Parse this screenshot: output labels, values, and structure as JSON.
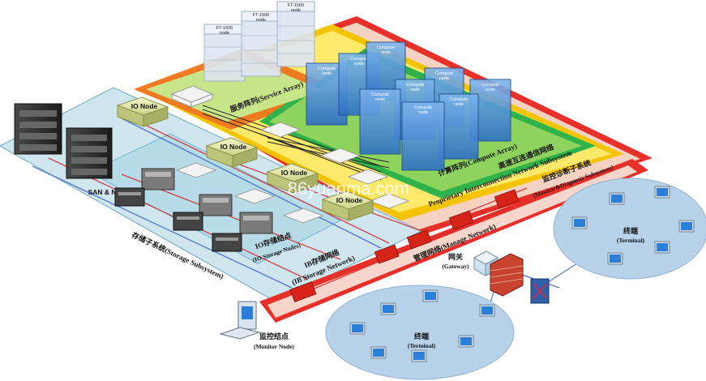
{
  "labels": {
    "service_array": "服务阵列(Service Array)",
    "compute_array": "计算阵列(Compute Array)",
    "interconnect": "高速互连通信网络",
    "interconnect_en": "Proprietary Interconnection Network Subsystem",
    "monitor_diag": "监控诊断子系统",
    "monitor_diag_en": "(Monitor&Diagnosis Subsystem)",
    "manage_network": "管理网络(Manage Network)",
    "storage_subsystem": "存储子系统(Storage Subsystem)",
    "io_storage_nodes": "IO存储结点",
    "io_storage_nodes_en": "(IO Storage Nodes)",
    "ib_storage_network": "IB存储网络",
    "ib_storage_network_en": "(IB Storage Network)",
    "san_nas": "SAN & NAS",
    "gateway": "网关",
    "gateway_en": "(Gateway)",
    "terminal": "终端",
    "terminal_en": "(Terminal)",
    "monitor_node": "监控结点",
    "monitor_node_en": "(Monitor Node)",
    "io_node": "IO Node",
    "compute_node_1": "Compute",
    "compute_node_2": "node",
    "ft_1500": "FT-1500",
    "ft_node": "node",
    "watermark": "86yuanma.com"
  },
  "colors": {
    "storage_layer": "#cfe6ef",
    "interconnect_layer": "#f5c400",
    "monitor_layer": "#e8302a",
    "compute_layer": "#2fb34a",
    "service_layer": "#f07a22",
    "compute_node": "#3c87d6",
    "terminal_zone": "#b8d2ea"
  }
}
